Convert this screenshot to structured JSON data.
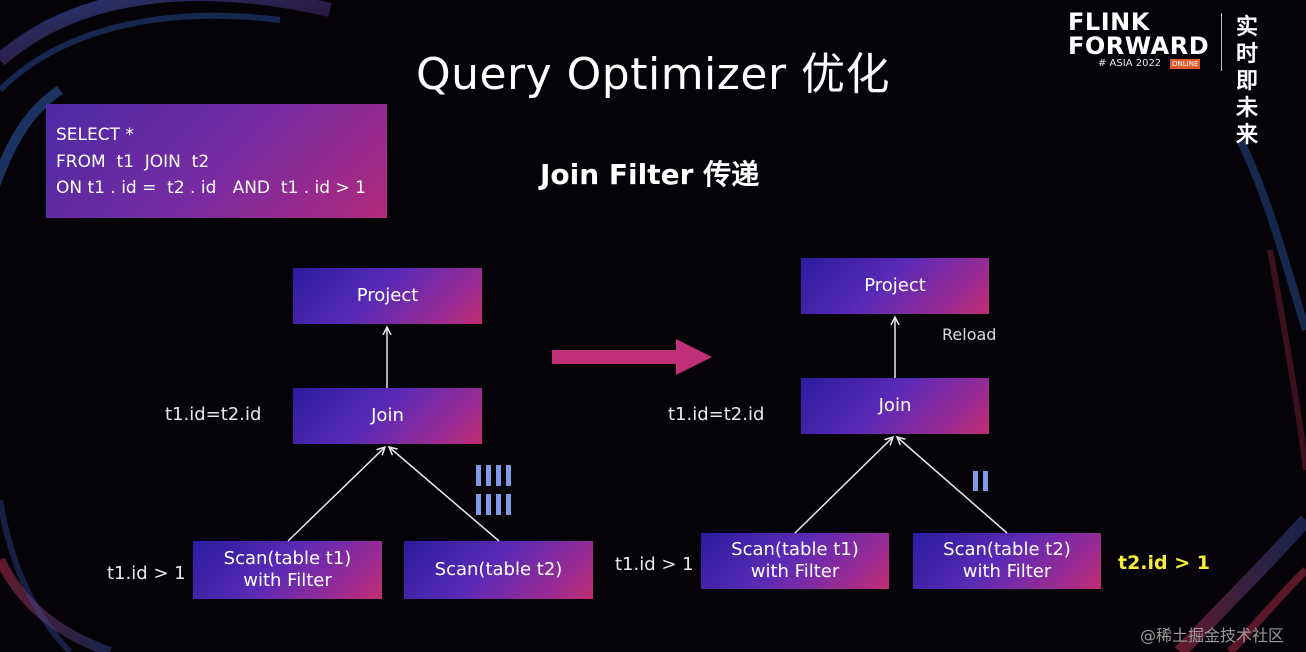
{
  "slide": {
    "title": "Query Optimizer 优化",
    "subtitle": "Join Filter 传递"
  },
  "logo": {
    "line1": "FLINK",
    "line2": "FORWARD",
    "event": "# ASIA 2022",
    "badge": "ONLINE",
    "cn_line1": "实时即",
    "cn_line2": "未来"
  },
  "sql": {
    "line1": "SELECT *",
    "line2": "FROM  t1  JOIN  t2",
    "line3": "ON t1 . id =  t2 . id   AND  t1 . id > 1"
  },
  "left_plan": {
    "project": "Project",
    "join": "Join",
    "scan1_line1": "Scan(table t1)",
    "scan1_line2": "with Filter",
    "scan2": "Scan(table t2)",
    "join_condition": "t1.id=t2.id",
    "scan1_filter": "t1.id > 1"
  },
  "right_plan": {
    "project": "Project",
    "join": "Join",
    "scan1_line1": "Scan(table t1)",
    "scan1_line2": "with Filter",
    "scan2_line1": "Scan(table t2)",
    "scan2_line2": "with Filter",
    "join_condition": "t1.id=t2.id",
    "scan1_filter": "t1.id > 1",
    "scan2_filter": "t2.id > 1",
    "reload": "Reload"
  },
  "watermark": "@稀土掘金技术社区",
  "colors": {
    "node_start": "#2a1c9e",
    "node_end": "#c12d70",
    "arrow": "#c3307a",
    "highlight": "#f5ef3a",
    "data_bars": "#7f9be6"
  }
}
